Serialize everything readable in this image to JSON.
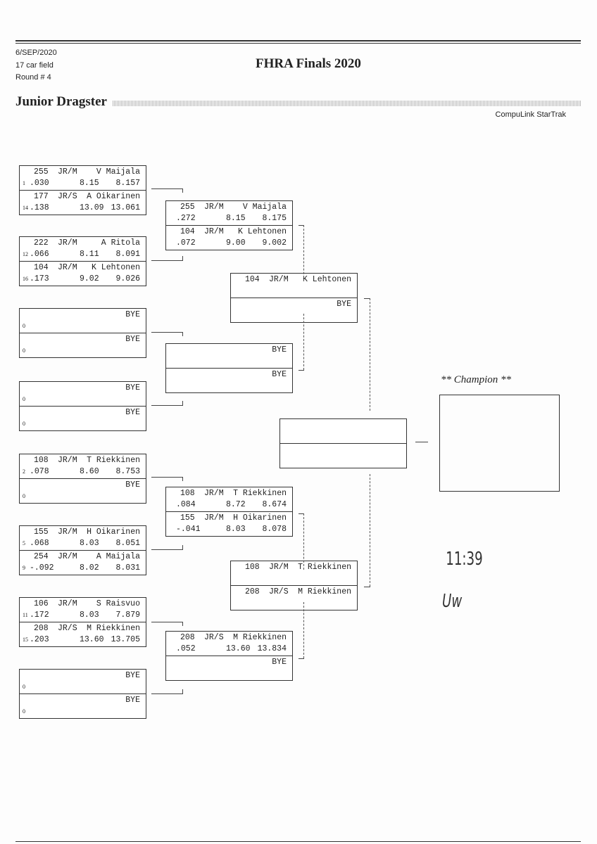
{
  "header": {
    "date": "6/SEP/2020",
    "field": "17 car field",
    "round": "Round # 4",
    "title": "FHRA Finals 2020",
    "class": "Junior Dragster",
    "brand": "CompuLink StarTrak"
  },
  "round1": [
    [
      {
        "num": "255",
        "cls": "JR/M",
        "name": "V Maijala",
        "seed": "1",
        "rt": ".030",
        "dial": "8.15",
        "et": "8.157"
      },
      {
        "num": "177",
        "cls": "JR/S",
        "name": "A Oikarinen",
        "seed": "14",
        "rt": ".138",
        "dial": "13.09",
        "et": "13.061"
      }
    ],
    [
      {
        "num": "222",
        "cls": "JR/M",
        "name": "A Ritola",
        "seed": "12",
        "rt": ".066",
        "dial": "8.11",
        "et": "8.091"
      },
      {
        "num": "104",
        "cls": "JR/M",
        "name": "K Lehtonen",
        "seed": "16",
        "rt": ".173",
        "dial": "9.02",
        "et": "9.026"
      }
    ],
    [
      {
        "name": "BYE",
        "seed": "0"
      },
      {
        "name": "BYE",
        "seed": "0"
      }
    ],
    [
      {
        "name": "BYE",
        "seed": "0"
      },
      {
        "name": "BYE",
        "seed": "0"
      }
    ],
    [
      {
        "num": "108",
        "cls": "JR/M",
        "name": "T Riekkinen",
        "seed": "2",
        "rt": ".078",
        "dial": "8.60",
        "et": "8.753"
      },
      {
        "name": "BYE",
        "seed": "0"
      }
    ],
    [
      {
        "num": "155",
        "cls": "JR/M",
        "name": "H Oikarinen",
        "seed": "5",
        "rt": ".068",
        "dial": "8.03",
        "et": "8.051"
      },
      {
        "num": "254",
        "cls": "JR/M",
        "name": "A Maijala",
        "seed": "9",
        "rt": "-.092",
        "dial": "8.02",
        "et": "8.031"
      }
    ],
    [
      {
        "num": "106",
        "cls": "JR/M",
        "name": "S Raisvuo",
        "seed": "11",
        "rt": ".172",
        "dial": "8.03",
        "et": "7.879"
      },
      {
        "num": "208",
        "cls": "JR/S",
        "name": "M Riekkinen",
        "seed": "15",
        "rt": ".203",
        "dial": "13.60",
        "et": "13.705"
      }
    ],
    [
      {
        "name": "BYE",
        "seed": "0"
      },
      {
        "name": "BYE",
        "seed": "0"
      }
    ]
  ],
  "round2": [
    [
      {
        "num": "255",
        "cls": "JR/M",
        "name": "V Maijala",
        "rt": ".272",
        "dial": "8.15",
        "et": "8.175"
      },
      {
        "num": "104",
        "cls": "JR/M",
        "name": "K Lehtonen",
        "rt": ".072",
        "dial": "9.00",
        "et": "9.002"
      }
    ],
    [
      {
        "name": "BYE"
      },
      {
        "name": "BYE"
      }
    ],
    [
      {
        "num": "108",
        "cls": "JR/M",
        "name": "T Riekkinen",
        "rt": ".084",
        "dial": "8.72",
        "et": "8.674"
      },
      {
        "num": "155",
        "cls": "JR/M",
        "name": "H Oikarinen",
        "rt": "-.041",
        "dial": "8.03",
        "et": "8.078"
      }
    ],
    [
      {
        "num": "208",
        "cls": "JR/S",
        "name": "M Riekkinen",
        "rt": ".052",
        "dial": "13.60",
        "et": "13.834"
      },
      {
        "name": "BYE"
      }
    ]
  ],
  "round3": [
    [
      {
        "num": "104",
        "cls": "JR/M",
        "name": "K Lehtonen"
      },
      {
        "name": "BYE"
      }
    ],
    [
      {
        "num": "108",
        "cls": "JR/M",
        "name": "T Riekkinen"
      },
      {
        "num": "208",
        "cls": "JR/S",
        "name": "M Riekkinen"
      }
    ]
  ],
  "final": [
    [
      {},
      {}
    ]
  ],
  "champion": {
    "label": "** Champion **"
  },
  "handwritten": {
    "time": "11:39",
    "initials": "Uw"
  }
}
